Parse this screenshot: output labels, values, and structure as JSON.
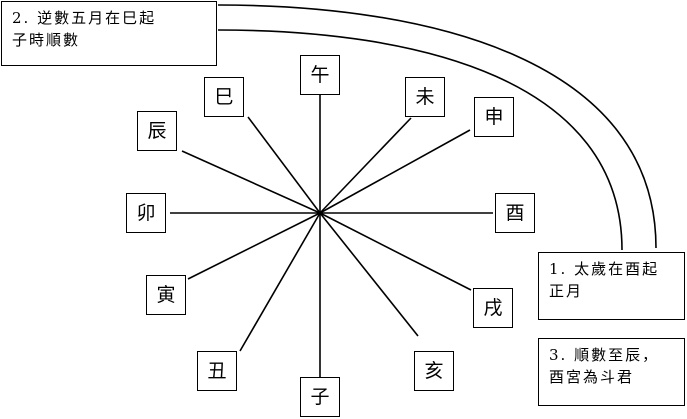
{
  "branches": {
    "wu": "午",
    "wei": "未",
    "shen": "申",
    "you": "酉",
    "xu": "戌",
    "hai": "亥",
    "zi": "子",
    "chou": "丑",
    "yin": "寅",
    "mao": "卯",
    "chen": "辰",
    "si": "巳"
  },
  "notes": {
    "note1": {
      "line1": "1. 太歲在酉起",
      "line2": "正月"
    },
    "note2": {
      "line1": "2. 逆數五月在巳起",
      "line2": "子時順數"
    },
    "note3": {
      "line1": "3. 順數至辰，",
      "line2": "酉宮為斗君"
    }
  }
}
